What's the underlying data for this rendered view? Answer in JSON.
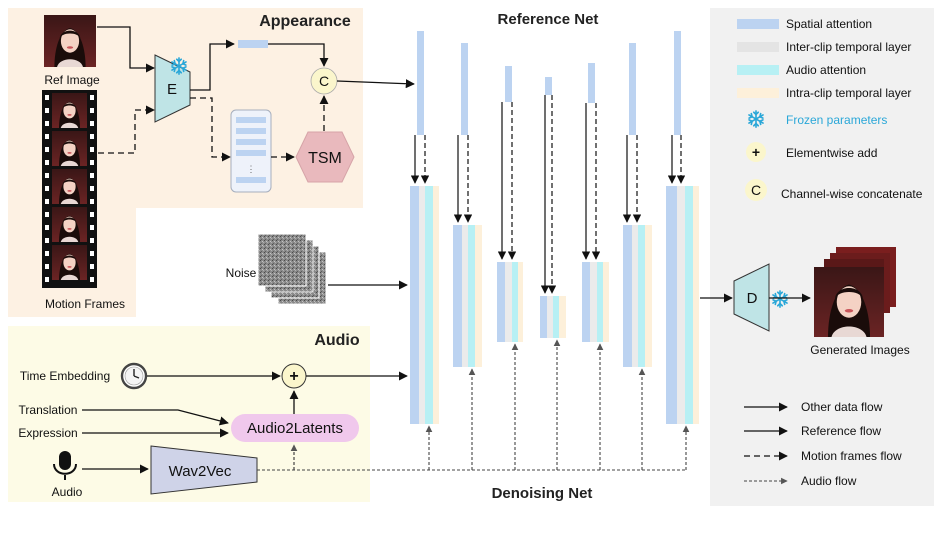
{
  "sections": {
    "appearance": "Appearance",
    "audio": "Audio",
    "reference_net": "Reference Net",
    "denoising_net": "Denoising Net"
  },
  "nodes": {
    "ref_image": "Ref Image",
    "motion_frames": "Motion Frames",
    "encoder": "E",
    "concat": "C",
    "tsm": "TSM",
    "noise": "Noise",
    "time_embedding": "Time Embedding",
    "translation": "Translation",
    "expression": "Expression",
    "audio_input": "Audio",
    "audio2latents": "Audio2Latents",
    "wav2vec": "Wav2Vec",
    "add": "+",
    "decoder": "D",
    "generated_images": "Generated Images",
    "memory_dots": "⋮"
  },
  "legend": {
    "spatial_attention": "Spatial attention",
    "inter_clip_temporal": "Inter-clip temporal layer",
    "audio_attention": "Audio attention",
    "intra_clip_temporal": "Intra-clip temporal layer",
    "frozen_parameters": "Frozen parameters",
    "elementwise_add": "Elementwise add",
    "channel_concat": "Channel-wise concatenate",
    "elementwise_add_symbol": "+",
    "channel_concat_symbol": "C",
    "other_flow": "Other data flow",
    "reference_flow": "Reference flow",
    "motion_flow": "Motion frames flow",
    "audio_flow": "Audio flow"
  },
  "colors": {
    "appearance_bg": "#fdf1e3",
    "audio_bg": "#fdfbe6",
    "legend_bg": "#f1f1f1",
    "spatial_attention": "#bcd3f1",
    "inter_clip_temporal": "#ebebeb",
    "audio_attention": "#b7f0f4",
    "intra_clip_temporal": "#fdf0da",
    "encoder": "#bfe4e6",
    "tsm": "#e9b9bd",
    "audio2latents": "#f0c8ec",
    "wav2vec": "#cfd3e8",
    "circle": "#fbf6cc",
    "frozen": "#2aa7d8"
  },
  "icons": {
    "frozen": "snowflake-icon",
    "clock": "clock-icon",
    "microphone": "microphone-icon"
  }
}
